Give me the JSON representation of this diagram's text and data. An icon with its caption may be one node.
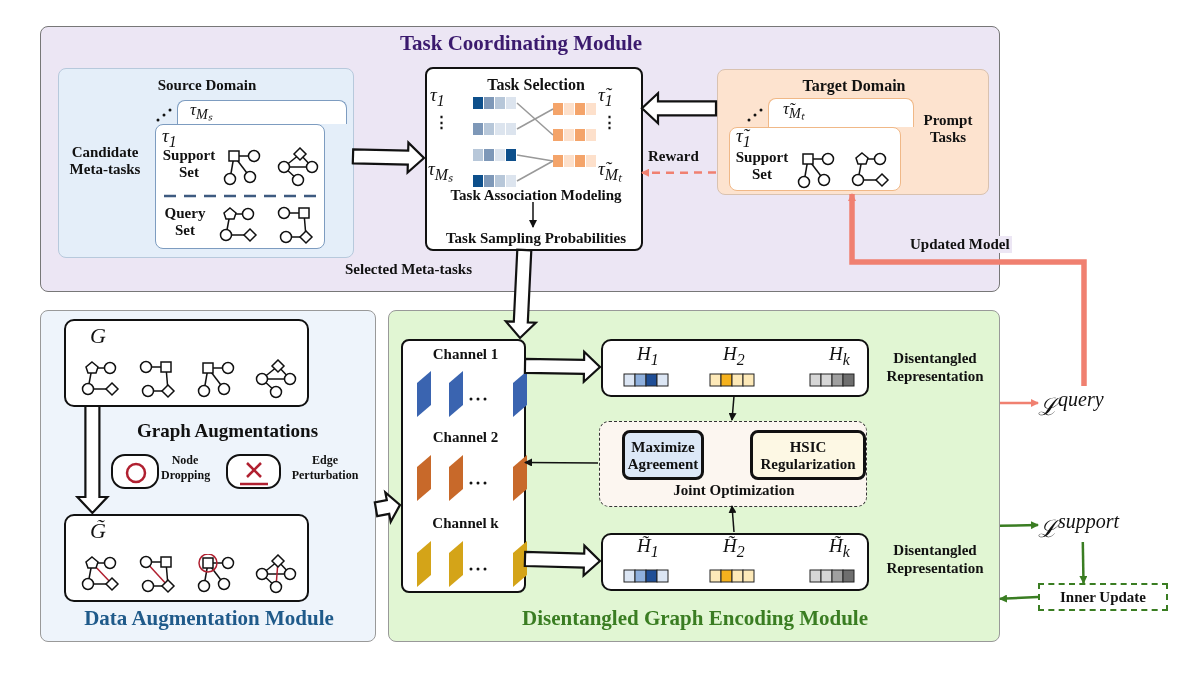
{
  "diagram": {
    "nodes": [
      {
        "text": [
          "Task Coordinating Module"
        ]
      },
      {
        "text": [
          "Source Domain"
        ],
        "in": 0
      },
      {
        "text": [
          "τ$_{Mₛ}$"
        ],
        "in": 1
      },
      {
        "text": [
          "τ$_{1}$",
          "Support Set",
          "Query Set"
        ],
        "in": 1
      },
      {
        "text": [
          "Task Selection"
        ],
        "in": 0
      },
      {
        "text": [
          "Task Association Modeling"
        ],
        "in": 4
      },
      {
        "text": [
          "Task Sampling Probabilities"
        ],
        "in": 4
      },
      {
        "text": [
          "Target Domain"
        ],
        "in": 0
      },
      {
        "text": [
          "τ̃$_{Mₜ}$"
        ],
        "in": 7
      },
      {
        "text": [
          "τ̃$_{1}$",
          "Support Set"
        ],
        "in": 7
      },
      {
        "text": [
          "Data Augmentation Module"
        ]
      },
      {
        "text": [
          "G"
        ],
        "in": 10
      },
      {
        "text": [],
        "shape": "box",
        "beside": [
          "Node Dropping"
        ],
        "in": 10
      },
      {
        "text": [],
        "shape": "box",
        "beside": [
          "Edge Perturbation"
        ],
        "in": 10
      },
      {
        "text": [
          "G̃"
        ],
        "in": 10
      },
      {
        "text": [
          "Disentangled Graph Encoding Module"
        ]
      },
      {
        "text": [
          "Channel 1",
          "Channel 2",
          "Channel k"
        ],
        "in": 15
      },
      {
        "text": [
          "H$_{1}$",
          "H$_{2}$",
          "H$_{k}$"
        ],
        "beside": [
          "Disentangled Representation"
        ],
        "in": 15
      },
      {
        "text": [
          "Joint Optimization"
        ],
        "in": 15
      },
      {
        "text": [
          "Maximize Agreement"
        ],
        "in": 18
      },
      {
        "text": [
          "HSIC Regularization"
        ],
        "in": 18
      },
      {
        "text": [
          "H̃$_{1}$",
          "H̃$_{2}$",
          "H̃$_{k}$"
        ],
        "beside": [
          "Disentangled Representation"
        ],
        "in": 15
      },
      {
        "text": [
          "ℒ$^{query}$"
        ]
      },
      {
        "text": [
          "ℒ$^{support}$"
        ]
      },
      {
        "text": [
          "Inner Update"
        ]
      }
    ],
    "edges": [
      {
        "from": 1,
        "to": 4,
        "arrow": "to"
      },
      {
        "from": 7,
        "to": 4,
        "arrow": "to"
      },
      {
        "from": 7,
        "to": 4,
        "arrow": "to",
        "label": "Reward",
        "style": "dashed",
        "color": "#f08070"
      },
      {
        "from": 4,
        "to": 16,
        "arrow": "to",
        "label": "Selected Meta-tasks"
      },
      {
        "from": 5,
        "to": 6,
        "arrow": "to"
      },
      {
        "from": 11,
        "to": 14,
        "arrow": "to"
      },
      {
        "from": 10,
        "to": 16,
        "arrow": "to"
      },
      {
        "from": 16,
        "to": 17,
        "arrow": "to"
      },
      {
        "from": 16,
        "to": 21,
        "arrow": "to"
      },
      {
        "from": 17,
        "to": 18,
        "arrow": "to"
      },
      {
        "from": 21,
        "to": 18,
        "arrow": "to"
      },
      {
        "from": 18,
        "to": 16,
        "arrow": "to"
      },
      {
        "from": 15,
        "to": 22,
        "arrow": "to",
        "color": "#f08070"
      },
      {
        "from": 22,
        "to": 7,
        "arrow": "to",
        "label": "Updated Model",
        "style": "thick",
        "color": "#f08070"
      },
      {
        "from": 15,
        "to": 23,
        "arrow": "to",
        "color": "#3a7d22"
      },
      {
        "from": 23,
        "to": 24,
        "arrow": "to",
        "color": "#3a7d22"
      },
      {
        "from": 24,
        "to": 15,
        "arrow": "to",
        "color": "#3a7d22"
      }
    ],
    "labels": [
      "Candidate Meta-tasks",
      "Prompt Tasks",
      "τ$_{1}$",
      "⋮",
      "τ$_{Mₛ}$",
      "τ̃$_{1}$",
      "⋮",
      "τ̃$_{Mₜ}$",
      "Graph Augmentations"
    ]
  }
}
